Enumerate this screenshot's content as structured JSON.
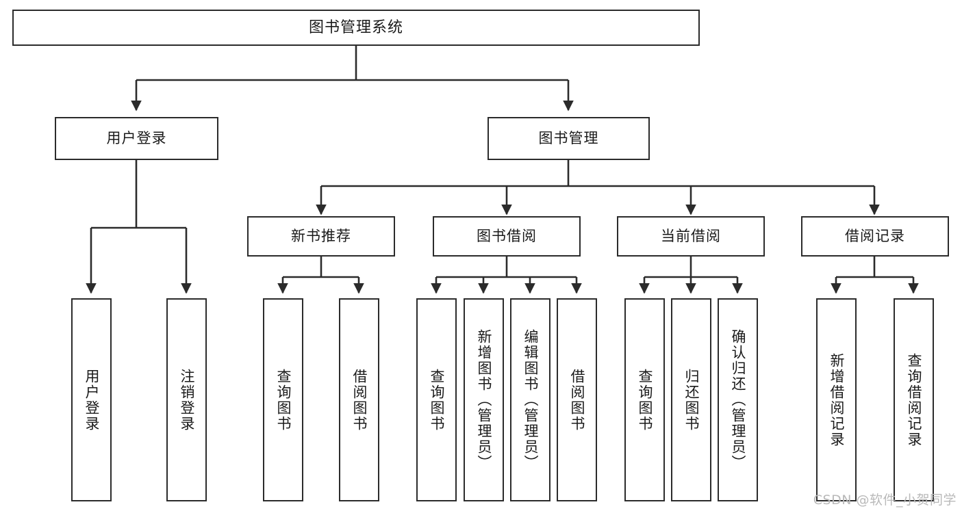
{
  "diagram": {
    "type": "tree",
    "title": "图书管理系统",
    "root": {
      "label": "图书管理系统"
    },
    "level2": [
      {
        "label": "用户登录"
      },
      {
        "label": "图书管理"
      }
    ],
    "level3": [
      {
        "label": "新书推荐"
      },
      {
        "label": "图书借阅"
      },
      {
        "label": "当前借阅"
      },
      {
        "label": "借阅记录"
      }
    ],
    "leaves": {
      "user_login": [
        {
          "label": "用户登录"
        },
        {
          "label": "注销登录"
        }
      ],
      "new_book_recommend": [
        {
          "label": "查询图书"
        },
        {
          "label": "借阅图书"
        }
      ],
      "book_borrow": [
        {
          "label": "查询图书"
        },
        {
          "label": "新增图书（管理员）"
        },
        {
          "label": "编辑图书（管理员）"
        },
        {
          "label": "借阅图书"
        }
      ],
      "current_borrow": [
        {
          "label": "查询图书"
        },
        {
          "label": "归还图书"
        },
        {
          "label": "确认归还（管理员）"
        }
      ],
      "borrow_record": [
        {
          "label": "新增借阅记录"
        },
        {
          "label": "查询借阅记录"
        }
      ]
    }
  },
  "watermark": {
    "text": "CSDN @软件_小贺同学"
  },
  "colors": {
    "stroke": "#2b2b2b",
    "background": "#ffffff",
    "text": "#1a1a1a",
    "watermark": "#b9b9b9"
  }
}
